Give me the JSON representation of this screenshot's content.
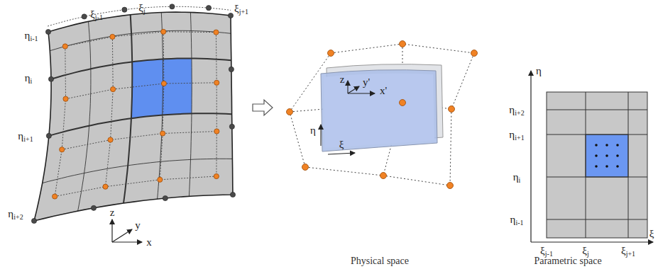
{
  "diagram": {
    "labels": [
      "ξj-1",
      "ξj",
      "ξj+1",
      "ηi-1",
      "ηi",
      "ηi+1",
      "ηi+2",
      "z",
      "y",
      "x",
      "z",
      "y'",
      "x'",
      "η",
      "ξ",
      "Physical space",
      "η",
      "ηi+2",
      "ηi+1",
      "ηi",
      "ηi-1",
      "ξj-1",
      "ξj",
      "ξj+1",
      "ξ",
      "Parametric space"
    ]
  }
}
